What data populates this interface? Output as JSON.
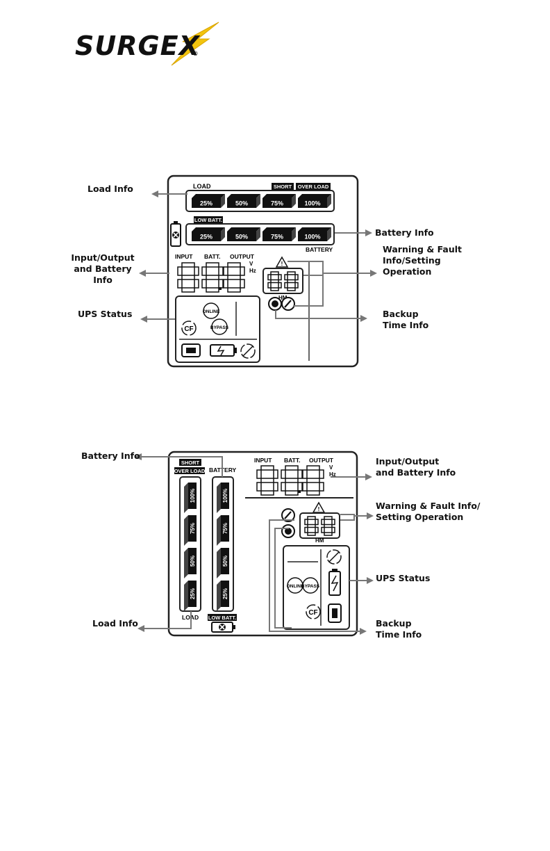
{
  "logo": {
    "brand": "SURGEX",
    "registered": "®"
  },
  "diagram1": {
    "labels": {
      "load": "LOAD",
      "short": "SHORT",
      "over_load": "OVER LOAD",
      "low_batt": "LOW BATT.",
      "battery": "BATTERY",
      "input": "INPUT",
      "batt": "BATT.",
      "output": "OUTPUT",
      "v": "V",
      "hz": "Hz",
      "hm": "HM",
      "online": "ONLINE",
      "bypass": "BYPASS"
    },
    "percents": [
      "25%",
      "50%",
      "75%",
      "100%"
    ],
    "callouts": {
      "load_info": "Load Info",
      "battery_info": "Battery Info",
      "io_line1": "Input/Output",
      "io_line2": "and Battery",
      "io_line3": "Info",
      "warn_line1": "Warning & Fault",
      "warn_line2": "Info/Setting",
      "warn_line3": "Operation",
      "ups_status": "UPS Status",
      "backup_line1": "Backup",
      "backup_line2": "Time Info"
    }
  },
  "diagram2": {
    "labels": {
      "short": "SHORT",
      "over_load": "OVER LOAD",
      "battery": "BATTERY",
      "load": "LOAD",
      "low_batt": "LOW BATT.",
      "input": "INPUT",
      "batt": "BATT.",
      "output": "OUTPUT",
      "v": "V",
      "hz": "Hz",
      "hm": "HM",
      "online": "ONLINE",
      "bypass": "BYPASS"
    },
    "percents": [
      "100%",
      "75%",
      "50%",
      "25%"
    ],
    "callouts": {
      "battery_info": "Battery Info",
      "io_line1": "Input/Output",
      "io_line2": "and Battery Info",
      "warn_line1": "Warning & Fault Info/",
      "warn_line2": "Setting Operation",
      "ups_status": "UPS Status",
      "load_info": "Load Info",
      "backup_line1": "Backup",
      "backup_line2": "Time Info"
    }
  }
}
